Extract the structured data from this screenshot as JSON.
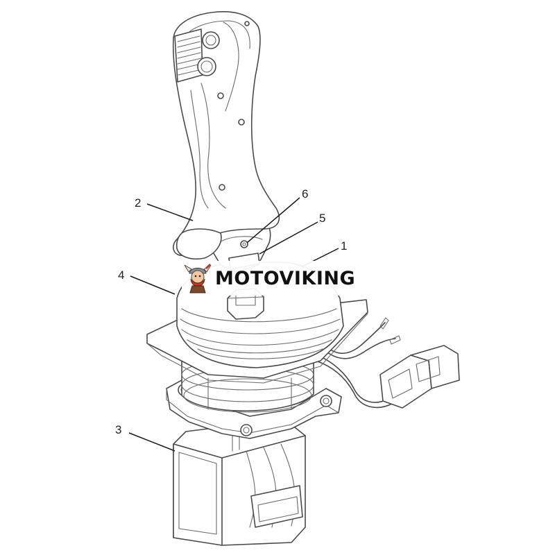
{
  "diagram": {
    "callouts": [
      {
        "id": "c1",
        "label": "1"
      },
      {
        "id": "c2",
        "label": "2"
      },
      {
        "id": "c3",
        "label": "3"
      },
      {
        "id": "c4",
        "label": "4"
      },
      {
        "id": "c5",
        "label": "5"
      },
      {
        "id": "c6",
        "label": "6"
      }
    ]
  },
  "watermark": {
    "text": "MOTOVIKING",
    "logo_icon": "viking-mascot-icon",
    "text_color": "#111111",
    "logo_color": "#c0392b"
  }
}
